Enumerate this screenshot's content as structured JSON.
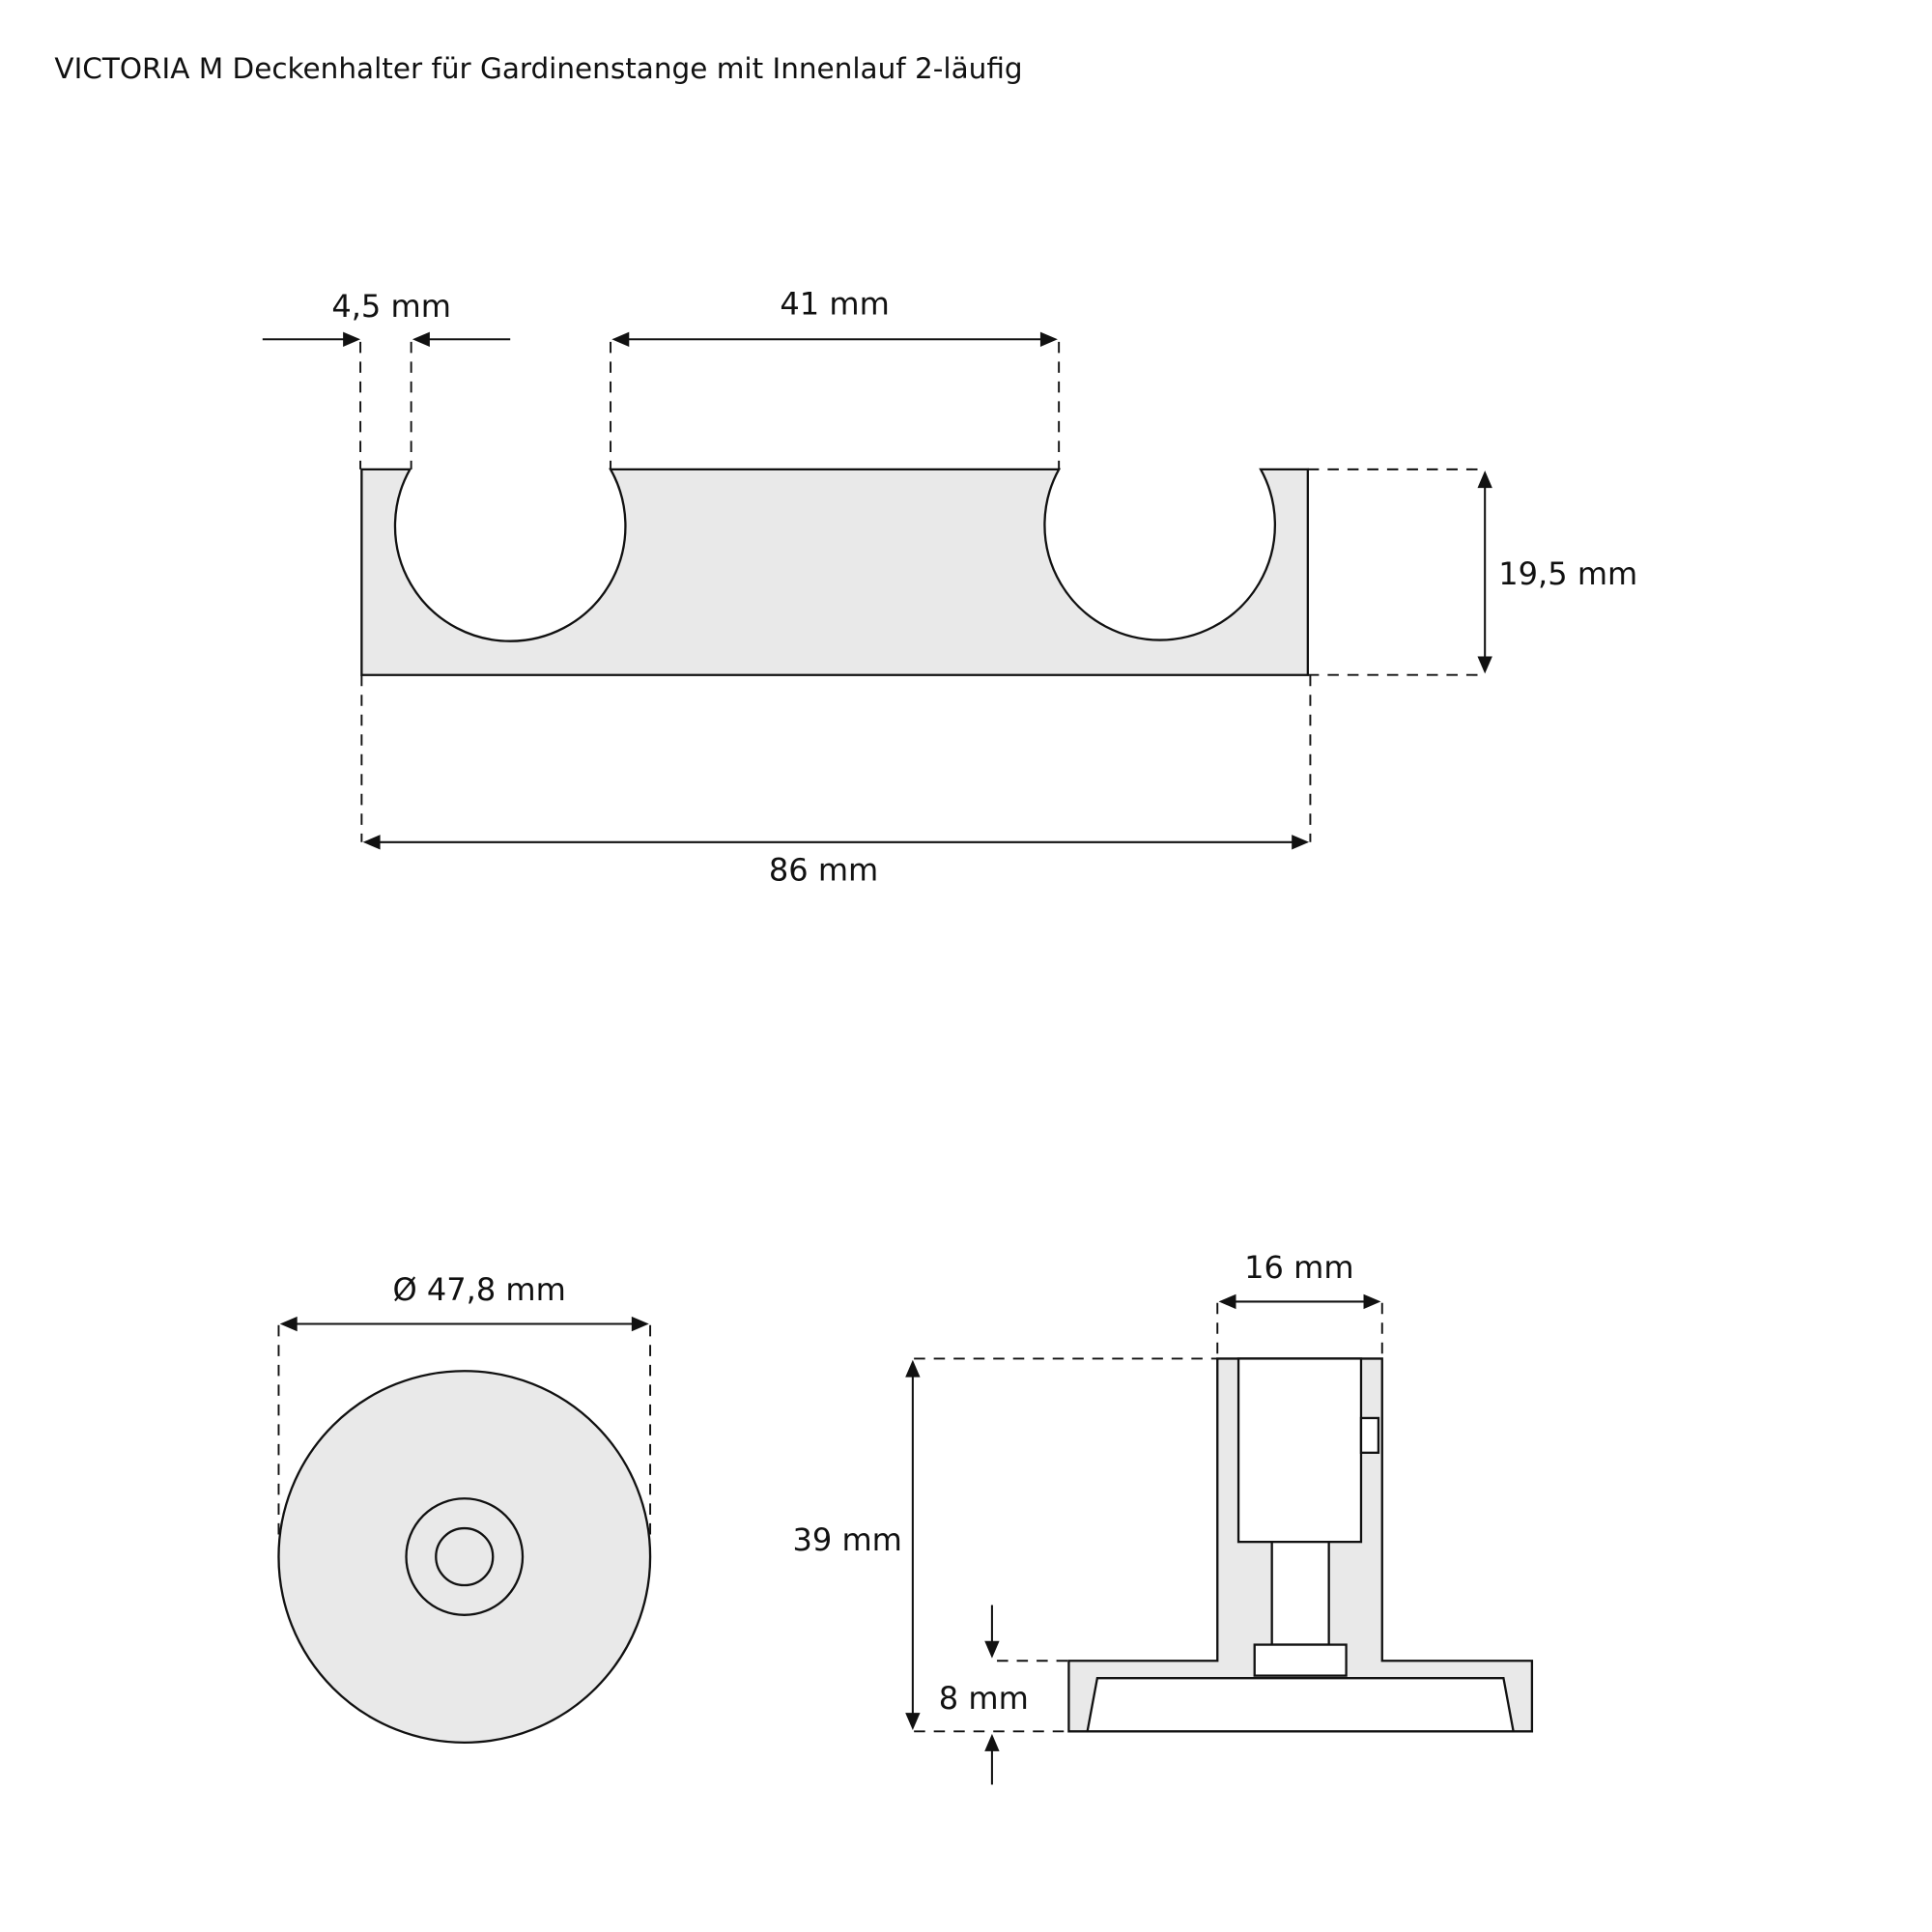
{
  "title": "VICTORIA M Deckenhalter für Gardinenstange mit Innenlauf 2-läufig",
  "front_view": {
    "dim_wall": "4,5 mm",
    "dim_spacing": "41 mm",
    "dim_height": "19,5 mm",
    "dim_width": "86 mm"
  },
  "top_view": {
    "dim_diameter": "Ø 47,8 mm"
  },
  "side_view": {
    "dim_stem": "16 mm",
    "dim_total_height": "39 mm",
    "dim_base": "8 mm"
  }
}
